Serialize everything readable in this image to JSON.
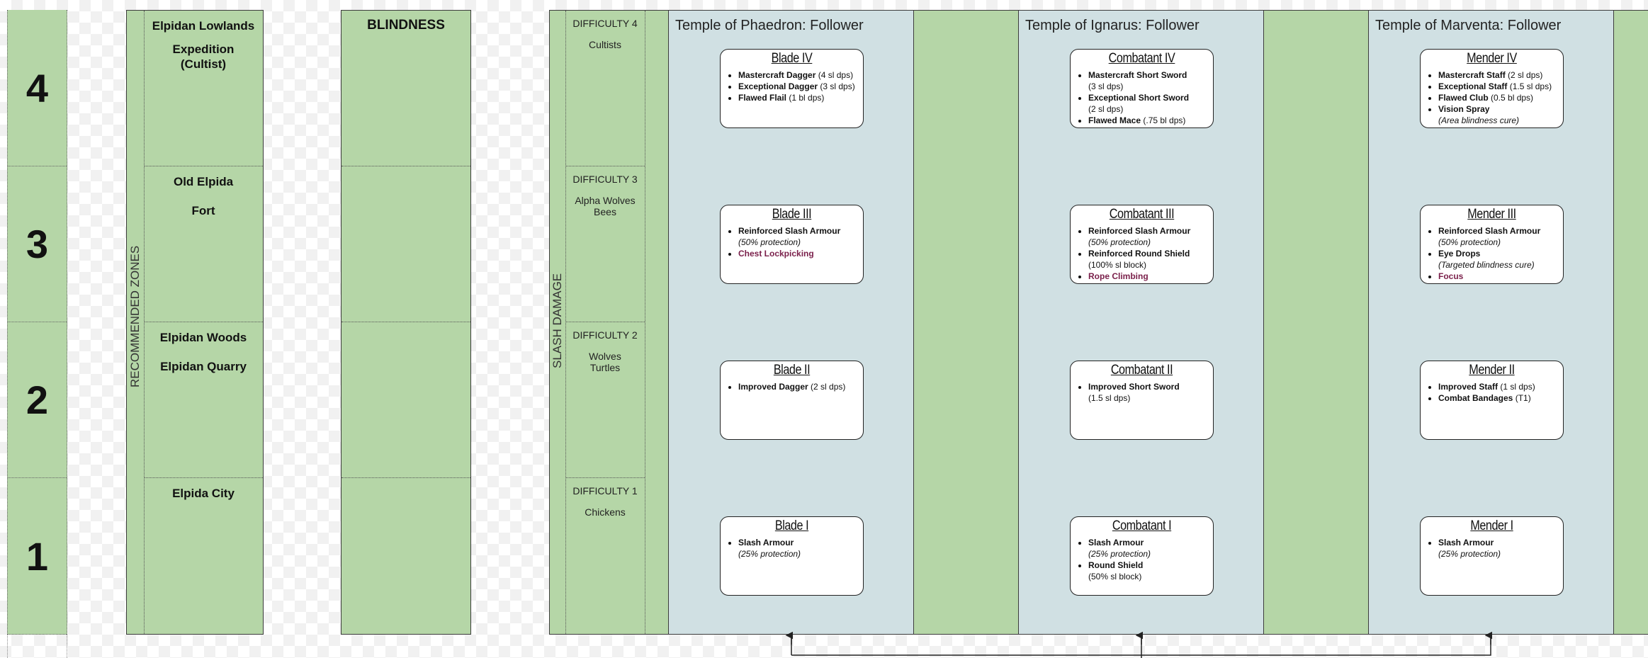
{
  "levels": [
    "4",
    "3",
    "2",
    "1"
  ],
  "zones": {
    "side_label": "RECOMMENDED ZONES",
    "cells": [
      {
        "line1": "Elpidan Lowlands",
        "line2": "Expedition (Cultist)"
      },
      {
        "line1": "Old Elpida",
        "line2": "Fort"
      },
      {
        "line1": "Elpidan Woods",
        "line2": "Elpidan Quarry"
      },
      {
        "line1": "Elpida City",
        "line2": ""
      }
    ]
  },
  "blindness": {
    "title": "BLINDNESS"
  },
  "slash": {
    "side_label": "SLASH DAMAGE",
    "difficulties": [
      {
        "title": "DIFFICULTY 4",
        "desc": "Cultists"
      },
      {
        "title": "DIFFICULTY 3",
        "desc": "Alpha Wolves\nBees"
      },
      {
        "title": "DIFFICULTY 2",
        "desc": "Wolves\nTurtles"
      },
      {
        "title": "DIFFICULTY 1",
        "desc": "Chickens"
      }
    ]
  },
  "temples": [
    {
      "title": "Temple of Phaedron: Follower",
      "cards": [
        {
          "title": "Blade IV",
          "items": [
            {
              "name": "Mastercraft Dagger",
              "detail": "(4 sl dps)"
            },
            {
              "name": "Exceptional Dagger",
              "detail": "(3 sl dps)"
            },
            {
              "name": "Flawed Flail",
              "detail": "(1 bl dps)"
            }
          ]
        },
        {
          "title": "Blade III",
          "items": [
            {
              "name": "Reinforced Slash Armour",
              "note": "(50% protection)"
            },
            {
              "skill": "Chest Lockpicking"
            }
          ]
        },
        {
          "title": "Blade II",
          "items": [
            {
              "name": "Improved Dagger",
              "detail": "(2 sl dps)"
            }
          ]
        },
        {
          "title": "Blade I",
          "items": [
            {
              "name": "Slash Armour",
              "note": "(25% protection)"
            }
          ]
        }
      ]
    },
    {
      "title": "Temple of Ignarus: Follower",
      "cards": [
        {
          "title": "Combatant IV",
          "items": [
            {
              "name": "Mastercraft Short Sword",
              "sub": "(3 sl dps)"
            },
            {
              "name": "Exceptional Short Sword",
              "sub": "(2 sl dps)"
            },
            {
              "name": "Flawed Mace",
              "detail": "(.75 bl dps)"
            }
          ]
        },
        {
          "title": "Combatant III",
          "items": [
            {
              "name": "Reinforced Slash Armour",
              "note": "(50% protection)"
            },
            {
              "name": "Reinforced Round Shield",
              "sub": "(100% sl block)"
            },
            {
              "skill": "Rope Climbing"
            }
          ]
        },
        {
          "title": "Combatant II",
          "items": [
            {
              "name": "Improved Short Sword",
              "sub": "(1.5 sl dps)"
            }
          ]
        },
        {
          "title": "Combatant I",
          "items": [
            {
              "name": "Slash Armour",
              "note": "(25% protection)"
            },
            {
              "name": "Round Shield",
              "sub": "(50% sl block)"
            }
          ]
        }
      ]
    },
    {
      "title": "Temple of Marventa: Follower",
      "cards": [
        {
          "title": "Mender IV",
          "items": [
            {
              "name": "Mastercraft Staff",
              "detail": "(2 sl dps)"
            },
            {
              "name": "Exceptional Staff",
              "detail": "(1.5 sl dps)"
            },
            {
              "name": "Flawed Club",
              "detail": "(0.5 bl dps)"
            },
            {
              "name": "Vision Spray",
              "note": "(Area blindness cure)"
            }
          ]
        },
        {
          "title": "Mender III",
          "items": [
            {
              "name": "Reinforced Slash Armour",
              "note": "(50% protection)"
            },
            {
              "name": "Eye Drops",
              "note": "(Targeted blindness cure)"
            },
            {
              "skill": "Focus"
            }
          ]
        },
        {
          "title": "Mender II",
          "items": [
            {
              "name": "Improved Staff",
              "detail": "(1 sl dps)"
            },
            {
              "name": "Combat Bandages",
              "detail": "(T1)"
            }
          ]
        },
        {
          "title": "Mender I",
          "items": [
            {
              "name": "Slash Armour",
              "note": "(25% protection)"
            }
          ]
        }
      ]
    }
  ]
}
